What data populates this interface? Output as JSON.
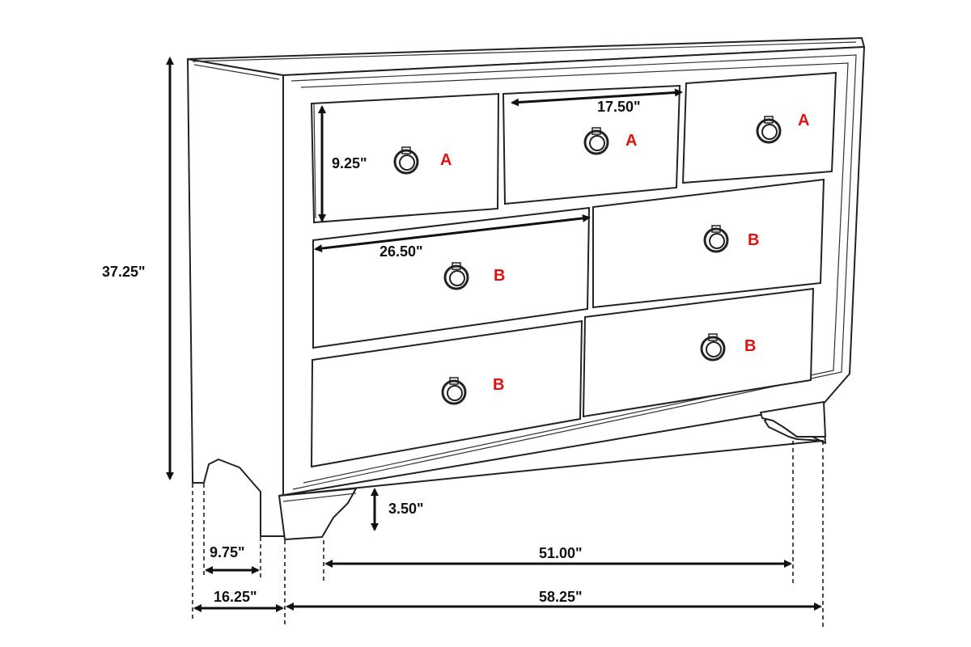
{
  "diagram": {
    "dimensions": {
      "height": "37.25\"",
      "top_drawer_height": "9.25\"",
      "top_drawer_width": "17.50\"",
      "lower_drawer_width": "26.50\"",
      "leg_height": "3.50\"",
      "side_leg_depth": "9.75\"",
      "depth": "16.25\"",
      "leg_span": "51.00\"",
      "width": "58.25\""
    },
    "drawer_labels": {
      "top_left": "A",
      "top_middle": "A",
      "top_right": "A",
      "middle_left": "B",
      "middle_right": "B",
      "bottom_left": "B",
      "bottom_right": "B"
    },
    "colors": {
      "line": "#222222",
      "label_red": "#dd1111",
      "dimension_text": "#111111",
      "background": "#ffffff"
    }
  }
}
